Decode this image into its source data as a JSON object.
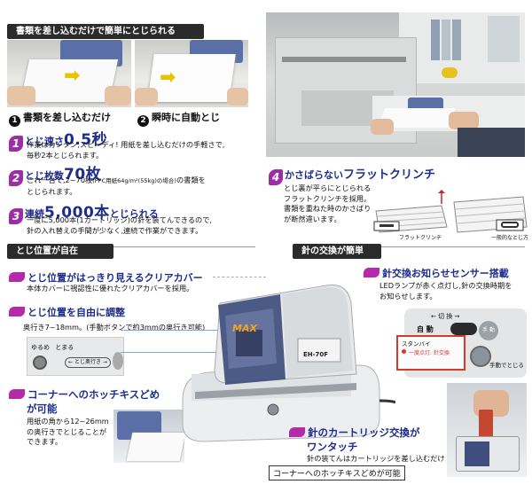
{
  "top_left": {
    "header": "書類を差し込むだけで簡単にとじられる",
    "caption1_num": "1",
    "caption1": "書類を差し込むだけ",
    "caption2_num": "2",
    "caption2": "瞬時に自動とじ"
  },
  "features": [
    {
      "num": "1",
      "label": "とじ速さ",
      "value": "0.5秒",
      "desc": [
        "作業はカンタン,スピーディ! 用紙を差し込むだけの手軽さで,",
        "毎秒2本とじられます。"
      ]
    },
    {
      "num": "2",
      "label": "とじ枚数",
      "value": "70枚",
      "desc": [
        "これ一台で,2~70枚",
        "(PPC用紙64g/m²(55kg)の場合)",
        "の書類を",
        "とじられます。"
      ]
    },
    {
      "num": "3",
      "label": "連続",
      "value": "5,000本",
      "suffix": "とじられる",
      "desc": [
        "一度に5,000本(1カートリッジ)の針を装てんできるので,",
        "針の入れ替えの手間が少なく,連続で作業ができます。"
      ]
    },
    {
      "num": "4",
      "label": "かさばらない",
      "value": "フラットクリンチ",
      "desc": [
        "とじ裏が平らにとじられる",
        "フラットクリンチを採用。",
        "書類を重ねた時のかさばり",
        "が断然違います。"
      ]
    }
  ],
  "clinch_labels": {
    "flat": "フラットクリンチ",
    "normal": "一般的なとじ方"
  },
  "section2": {
    "header_left": "とじ位置が自在",
    "header_right": "針の交換が簡単"
  },
  "left_features": {
    "cover_title": "とじ位置がはっきり見えるクリアカバー",
    "cover_desc": "本体カバーに視認性に優れたクリアカバーを採用。",
    "adjust_title": "とじ位置を自由に調整",
    "adjust_desc": "奥行き7~18mm。(手動ボタンで約3mmの奥行き可能)",
    "knob_labels": [
      "ゆるめ",
      "とまる",
      "とじ奥行き"
    ],
    "corner_title1": "コーナーへのホッチキスどめ",
    "corner_title2": "が可能",
    "corner_desc": [
      "用紙の角から12~26mm",
      "の奥行きでとじることが",
      "できます。"
    ]
  },
  "right_features": {
    "sensor_title": "針交換お知らせセンサー搭載",
    "sensor_desc": [
      "LEDランプが赤く点灯し,針の交換時期を",
      "お知らせします。"
    ],
    "panel_labels": {
      "switch": "切 換",
      "auto": "自 動",
      "manual": "手 動",
      "standby": "スタンバイ",
      "empty": "一度点灯: 針交換",
      "manual_btn": "手動でとじる"
    },
    "cart_title1": "針のカートリッジ交換が",
    "cart_title2": "ワンタッチ",
    "cart_desc": "針の装てんはカートリッジを差し込むだけ"
  },
  "stapler": {
    "brand": "MAX",
    "model": "EH-70F"
  },
  "footer_note": "コーナーへのホッチキスどめが可能",
  "colors": {
    "accent_blue": "#1d2d8c",
    "badge_purple": "#9b2ea3",
    "header_dark": "#2b2b2b",
    "sensor_red": "#d23a2a"
  }
}
